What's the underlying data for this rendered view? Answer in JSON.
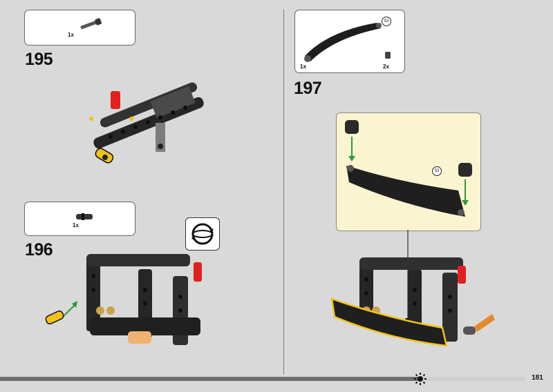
{
  "steps": {
    "s195": {
      "number": "195",
      "parts_qty": "1x"
    },
    "s196": {
      "number": "196",
      "parts_qty": "1x"
    },
    "s197": {
      "number": "197",
      "parts_qty_left": "1x",
      "parts_qty_right": "2x",
      "callout_tag": "53",
      "sub_tag": "53"
    }
  },
  "footer": {
    "page_number": "181",
    "progress": 0.8
  },
  "colors": {
    "accent_yellow": "#f2c21b",
    "part_red": "#e0211f",
    "arrow_green": "#2a9a3c",
    "arrow_orange": "#e58a2b"
  },
  "icons": {
    "rotate": "rotate-model-icon",
    "progress_marker": "sun-marker-icon"
  }
}
